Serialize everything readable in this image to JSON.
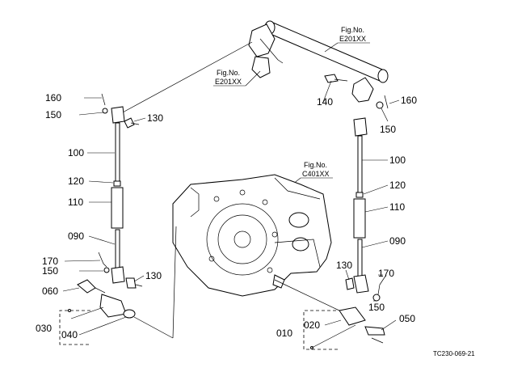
{
  "references": {
    "fig_top_right": [
      "Fig.No.",
      "E201XX"
    ],
    "fig_top_left": [
      "Fig.No.",
      "E201XX"
    ],
    "fig_center": [
      "Fig.No.",
      "C401XX"
    ]
  },
  "labels": {
    "l160": "160",
    "l150": "150",
    "l130": "130",
    "l100": "100",
    "l120": "120",
    "l110": "110",
    "l090": "090",
    "l170": "170",
    "l150b": "150",
    "l130b": "130",
    "l060": "060",
    "l030": "030",
    "l040": "040",
    "r140": "140",
    "r160": "160",
    "r150": "150",
    "r100": "100",
    "r120": "120",
    "r110": "110",
    "r090": "090",
    "r130": "130",
    "r170": "170",
    "r150b": "150",
    "r020": "020",
    "r010": "010",
    "r050": "050"
  },
  "drawing_code": "TC230-069-21"
}
